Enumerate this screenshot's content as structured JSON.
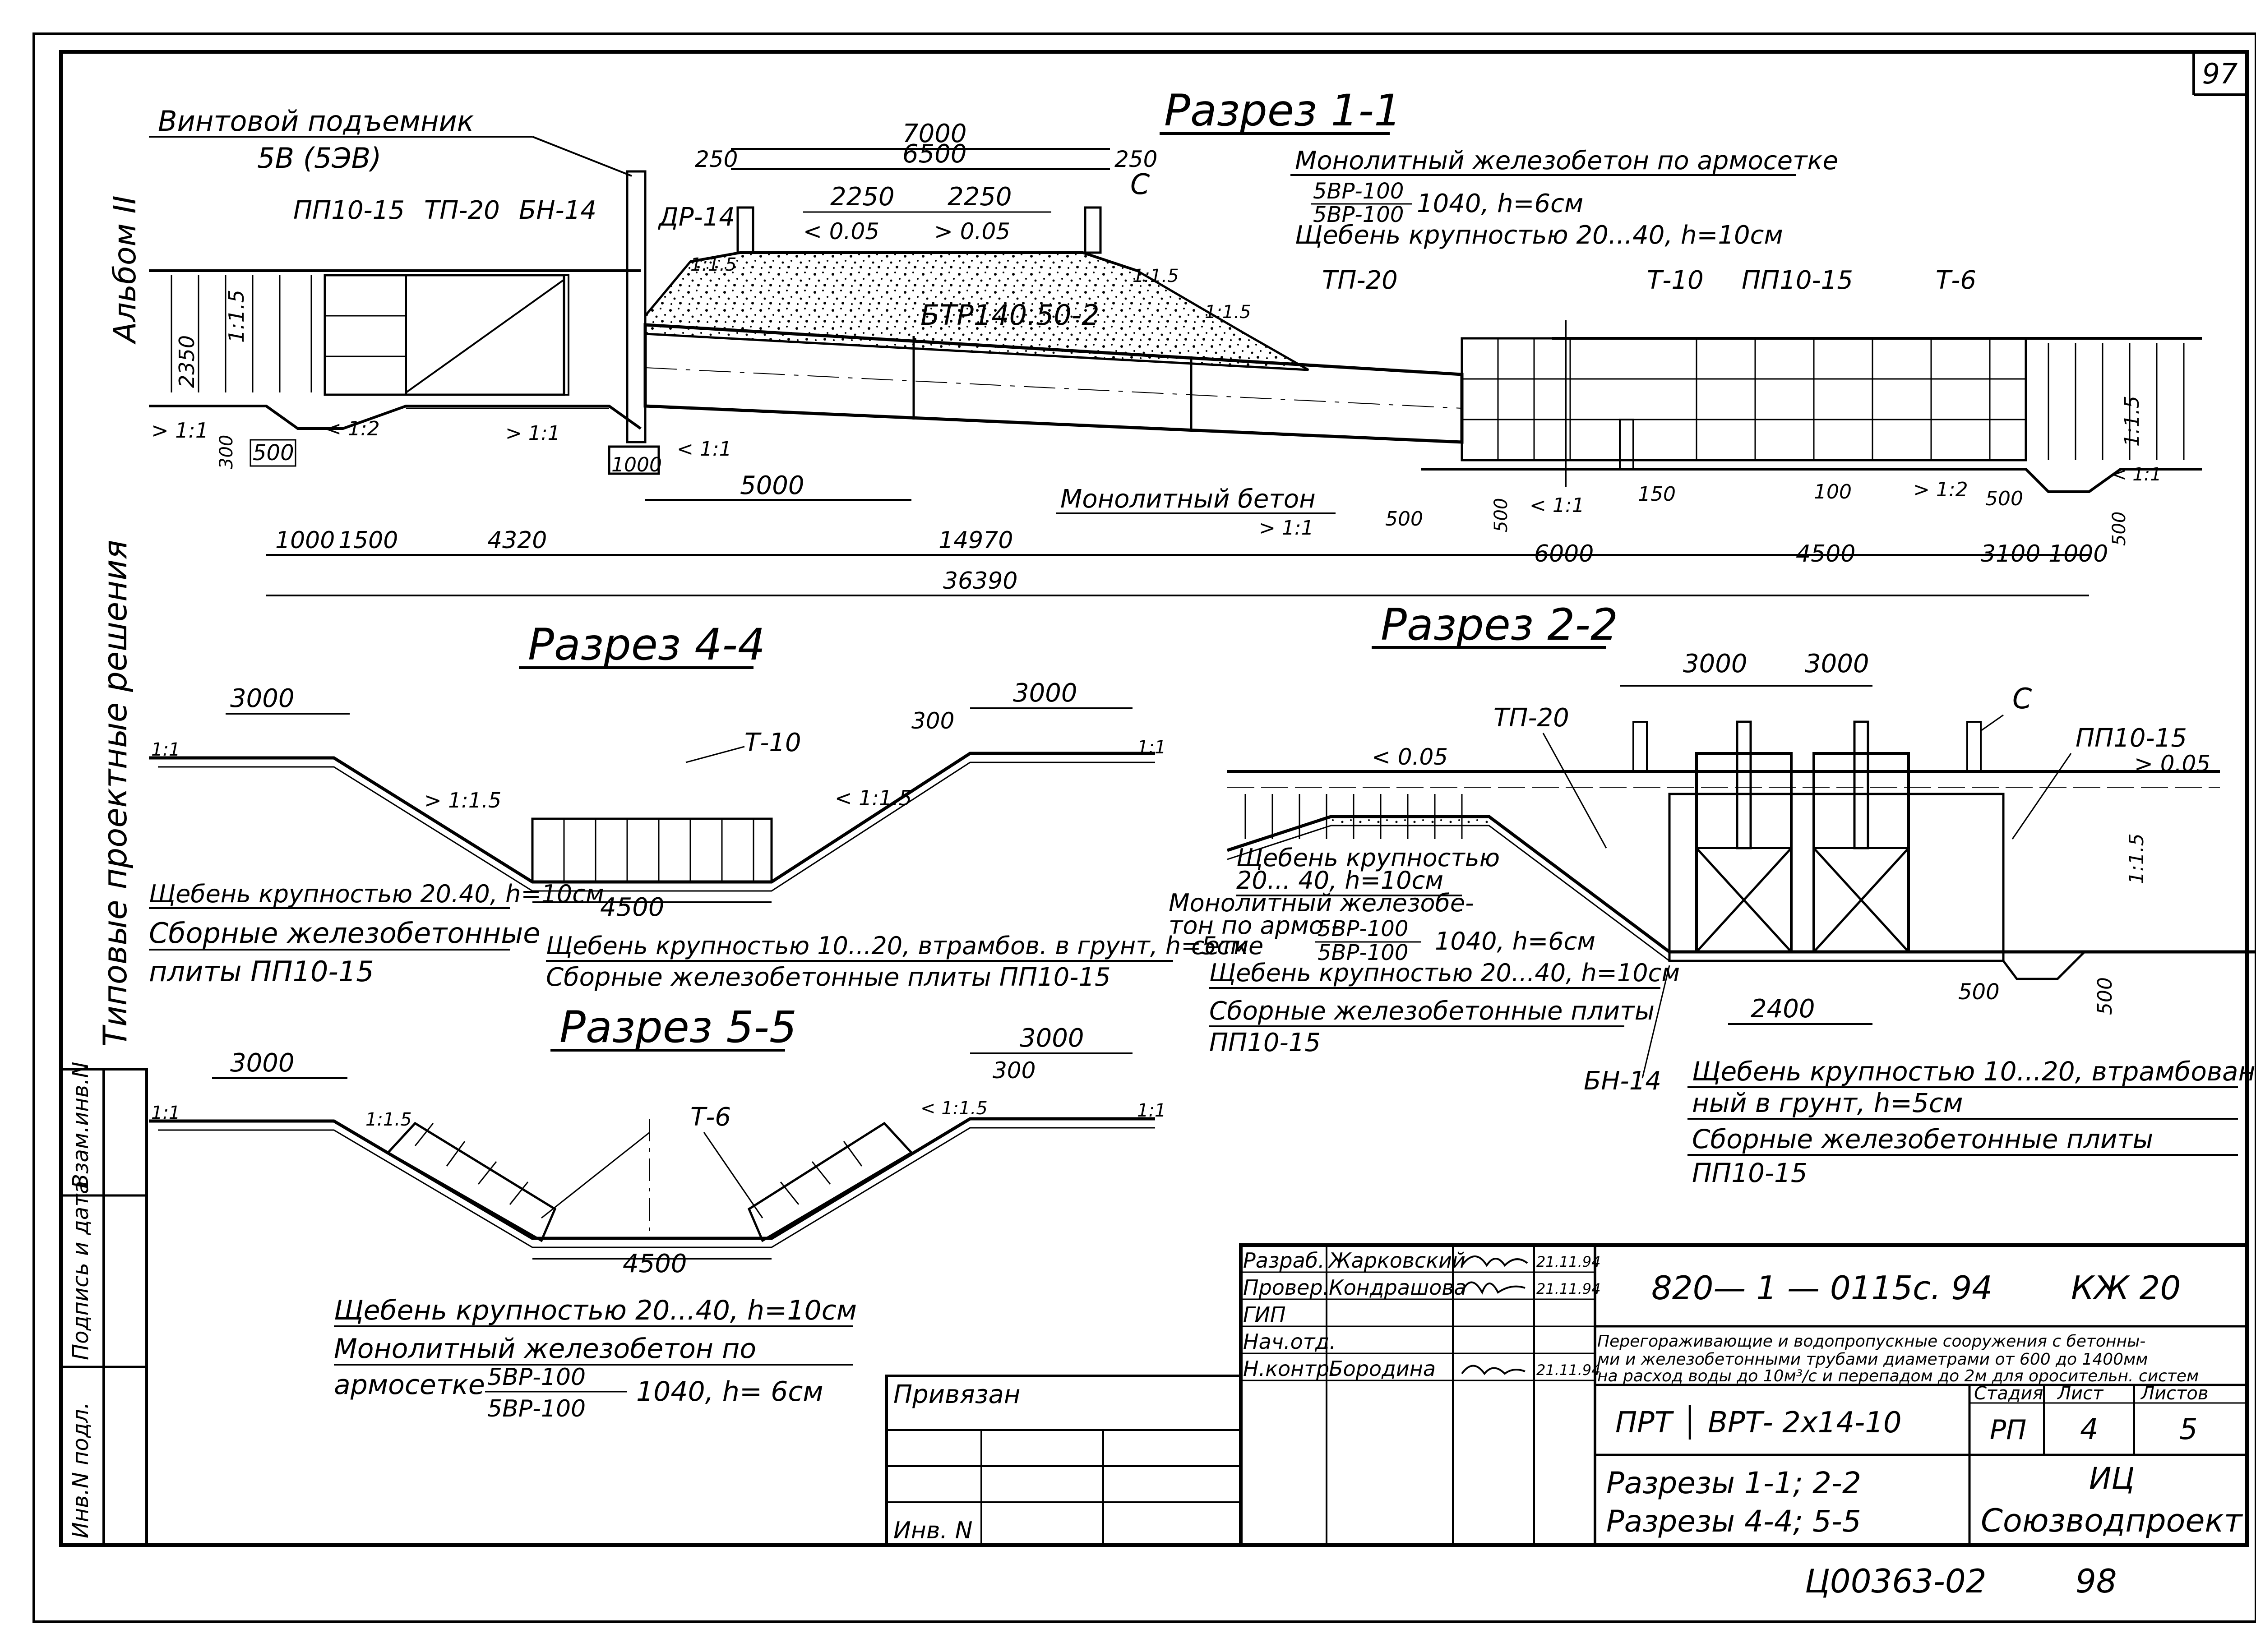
{
  "sheet": {
    "sheet_no": "97",
    "album": "Альбом II",
    "series": "Типовые проектные решения",
    "stamp_code": "Ц00363-02",
    "stamp_page": "98"
  },
  "side_stamp": {
    "inv_orig": "Инв.N подл.",
    "signature_date": "Подпись и дата",
    "replaced_inv": "Взам.инв.N"
  },
  "section_1_1": {
    "title": "Разрез 1-1",
    "hoist_label": "Винтовой подъемник",
    "hoist_model": "5В (5ЭВ)",
    "labels": {
      "pp": "ПП10-15",
      "tp": "ТП-20",
      "bn": "БН-14",
      "dr": "ДР-14",
      "pipe": "БТР140.50-2",
      "c": "С",
      "tp2": "ТП-20",
      "t10": "Т-10",
      "pp2": "ПП10-15",
      "t6": "Т-6",
      "concrete": "Монолитный бетон"
    },
    "note_line1": "Монолитный железобетон по армосетке",
    "note_num": "5ВР-100",
    "note_den": "5ВР-100",
    "note_tail": "1040, h=6см",
    "note_line3": "Щебень крупностью 20...40, h=10см",
    "dims": {
      "d7000": "7000",
      "d6500": "6500",
      "d250a": "250",
      "d250b": "250",
      "d2250a": "2250",
      "d2250b": "2250",
      "lvl1": "< 0.05",
      "lvl2": "> 0.05",
      "d2350": "2350",
      "s15a": "1:1.5",
      "s15b": "1:1.5",
      "s15c": "1:1.5",
      "s15d": "1:1.5",
      "s15e": "1:1.5",
      "s11a": "> 1:1",
      "s12a": "< 1:2",
      "s11b": "> 1:1",
      "s11c": "< 1:1",
      "s11d": "> 1:1",
      "s11e": "< 1:1",
      "s12b": "> 1:2",
      "s11f": "< 1:1",
      "d300": "300",
      "d500a": "500",
      "d1000c": "1000",
      "d5000": "5000",
      "d500b": "500",
      "d500c": "500",
      "d150": "150",
      "d100": "100",
      "d500d": "500",
      "d500e": "500",
      "c1000a": "1000",
      "c1500": "1500",
      "c4320": "4320",
      "c14970": "14970",
      "c6000": "6000",
      "c4500": "4500",
      "c3100": "3100",
      "c1000b": "1000",
      "total": "36390"
    }
  },
  "section_4_4": {
    "title": "Разрез 4-4",
    "t10": "Т-10",
    "d3000a": "3000",
    "d3000b": "3000",
    "d300": "300",
    "d4500": "4500",
    "s1": "1:1",
    "s2": "> 1:1.5",
    "s3": "< 1:1.5",
    "s4": "1:1",
    "n1": "Щебень крупностью 20.40, h=10см",
    "n2": "Сборные железобетонные",
    "n3": "плиты  ПП10-15",
    "n4": "Щебень крупностью 10...20, втрамбов. в грунт, h=5см",
    "n5": "Сборные  железобетонные плиты  ПП10-15"
  },
  "section_5_5": {
    "title": "Разрез 5-5",
    "t6": "Т-6",
    "d3000a": "3000",
    "d3000b": "3000",
    "d300": "300",
    "d4500": "4500",
    "s1": "1:1",
    "s2": "1:1.5",
    "s3": "< 1:1.5",
    "s4": "1:1",
    "n1": "Щебень  крупностью  20...40,  h=10см",
    "n2": "Монолитный  железобетон  по",
    "n3": "армосетке",
    "num": "5ВР-100",
    "den": "5ВР-100",
    "tail": "1040,  h= 6см"
  },
  "section_2_2": {
    "title": "Разрез  2-2",
    "tp": "ТП-20",
    "c": "С",
    "pp": "ПП10-15",
    "bn": "БН-14",
    "d3000a": "3000",
    "d3000b": "3000",
    "d2400": "2400",
    "d500a": "500",
    "d500b": "500",
    "lvl1": "< 0.05",
    "lvl2": "> 0.05",
    "s15": "1:1.5",
    "n1": "Щебень крупностью",
    "n2": "20... 40,  h=10см",
    "n3": "Монолитный железобе-",
    "n4": "тон по армо -",
    "n5": "сетке",
    "num": "5ВР-100",
    "den": "5ВР-100",
    "tail": "1040, h=6см",
    "n6": "Щебень крупностью 20...40, h=10см",
    "n7": "Сборные железобетонные плиты",
    "n8": "ПП10-15",
    "n9": "Щебень крупностью  10...20, втрамбован-",
    "n10": "ный  в грунт,  h=5см",
    "n11": "Сборные железобетонные плиты",
    "n12": "ПП10-15"
  },
  "title_block": {
    "tied": "Привязан",
    "inv": "Инв. N",
    "roles": [
      "Разраб.",
      "Провер.",
      "ГИП",
      "Нач.отд.",
      "Н.контр."
    ],
    "names": [
      "Жарковский",
      "Кондрашова",
      "",
      "",
      "Бородина"
    ],
    "dates": [
      "21.11.94",
      "21.11.94",
      "",
      "",
      "21.11.94"
    ],
    "code": "820— 1 — 0115с. 94",
    "mark": "КЖ 20",
    "description": [
      "Перегораживающие и водопропускные сооружения с бетонны-",
      "ми и железобетонными трубами диаметрами от 600 до 1400мм",
      "на расход воды до 10м³/с и перепадом до 2м для оросительн. систем"
    ],
    "object": "ПРТ │ ВРТ- 2х14-10",
    "stage_label": "Стадия",
    "sheet_label": "Лист",
    "sheets_label": "Листов",
    "stage": "РП",
    "sheet": "4",
    "sheets": "5",
    "sheet_title_1": "Разрезы  1-1;  2-2",
    "sheet_title_2": "Разрезы  4-4;  5-5",
    "org_1": "ИЦ",
    "org_2": "Союзводпроект"
  }
}
